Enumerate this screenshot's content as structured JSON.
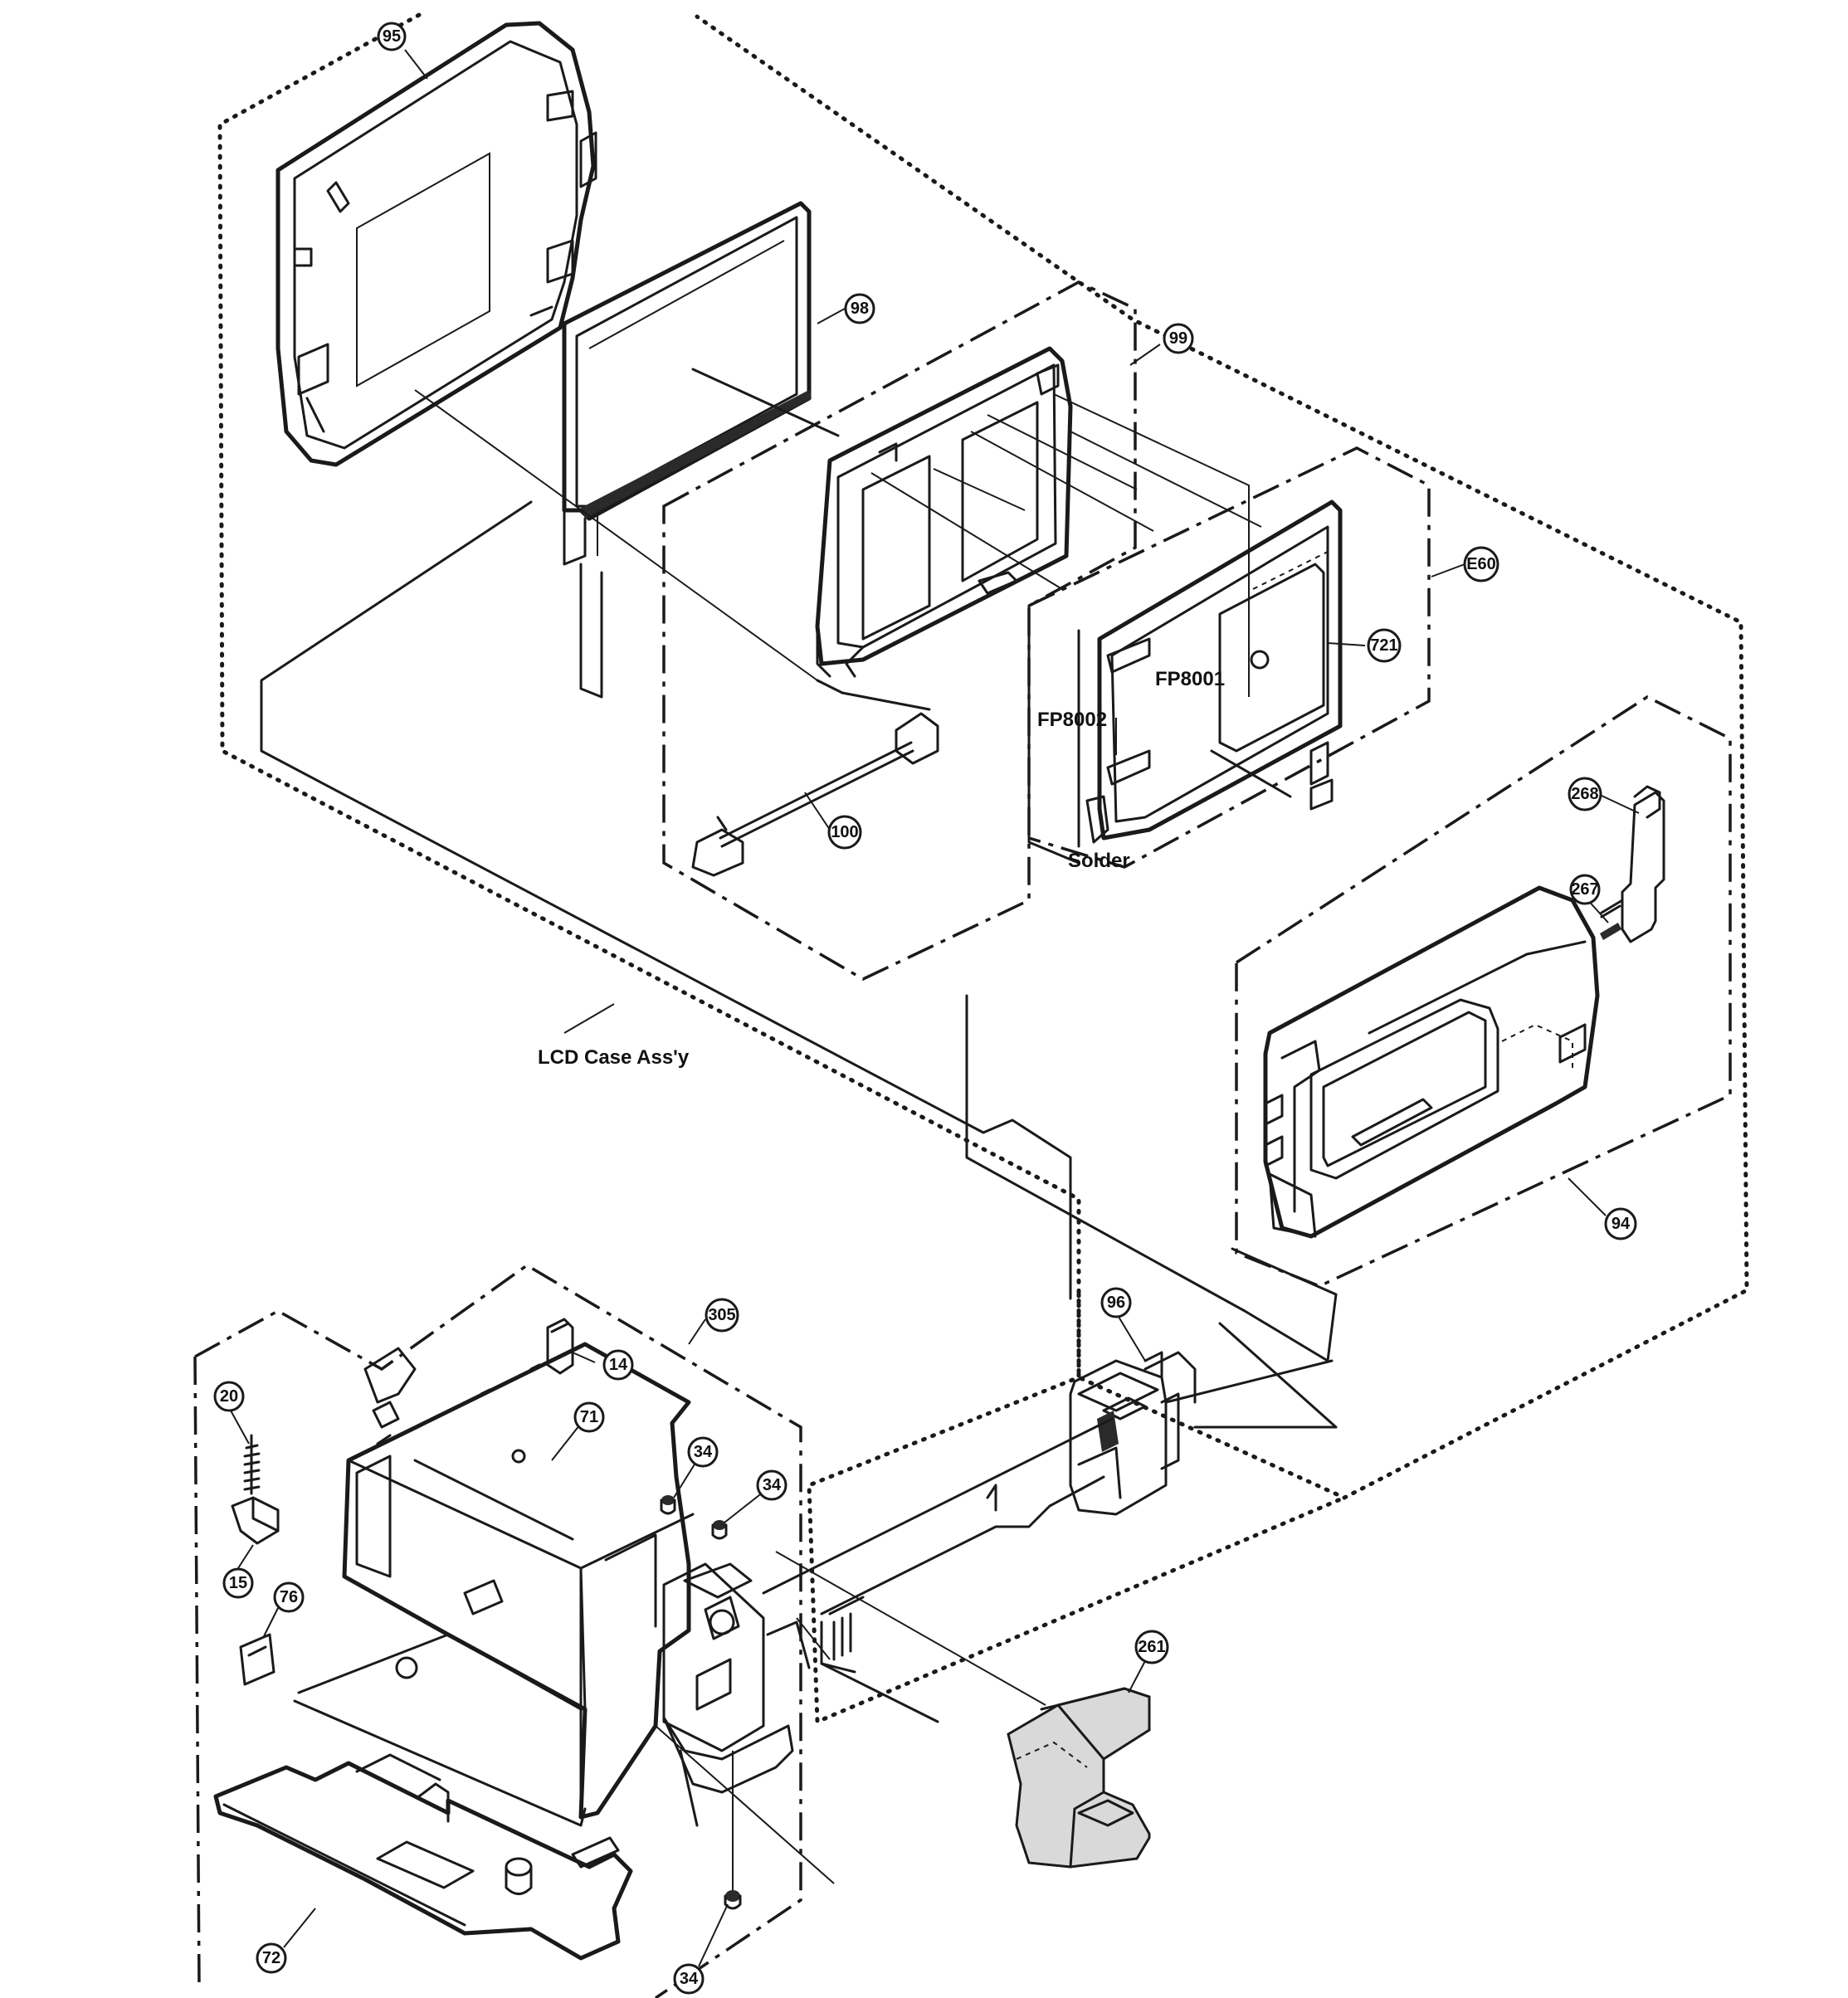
{
  "callouts": [
    {
      "id": "95"
    },
    {
      "id": "98"
    },
    {
      "id": "99"
    },
    {
      "id": "E60"
    },
    {
      "id": "721"
    },
    {
      "id": "100"
    },
    {
      "id": "268"
    },
    {
      "id": "267"
    },
    {
      "id": "94"
    },
    {
      "id": "96"
    },
    {
      "id": "305"
    },
    {
      "id": "14"
    },
    {
      "id": "20"
    },
    {
      "id": "71"
    },
    {
      "id": "34a",
      "label": "34"
    },
    {
      "id": "34b",
      "label": "34"
    },
    {
      "id": "15"
    },
    {
      "id": "76"
    },
    {
      "id": "261"
    },
    {
      "id": "72"
    },
    {
      "id": "34c",
      "label": "34"
    }
  ],
  "labels": {
    "fp8001": "FP8001",
    "fp8002": "FP8002",
    "solder": "Solder",
    "lcd_case": "LCD Case Ass'y"
  }
}
